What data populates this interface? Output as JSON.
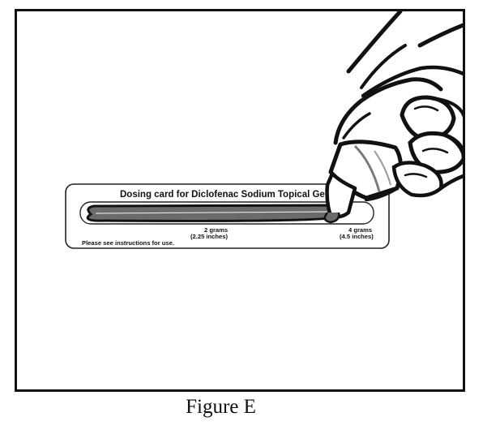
{
  "dosing_card": {
    "title": "Dosing card for Diclofenac Sodium Topical Gel 1%",
    "mark_2g_label": "2 grams",
    "mark_2g_inches": "(2.25 inches)",
    "mark_4g_label": "4 grams",
    "mark_4g_inches": "(4.5 inches)",
    "instructions_note": "Please see instructions for use."
  },
  "caption": "Figure E"
}
